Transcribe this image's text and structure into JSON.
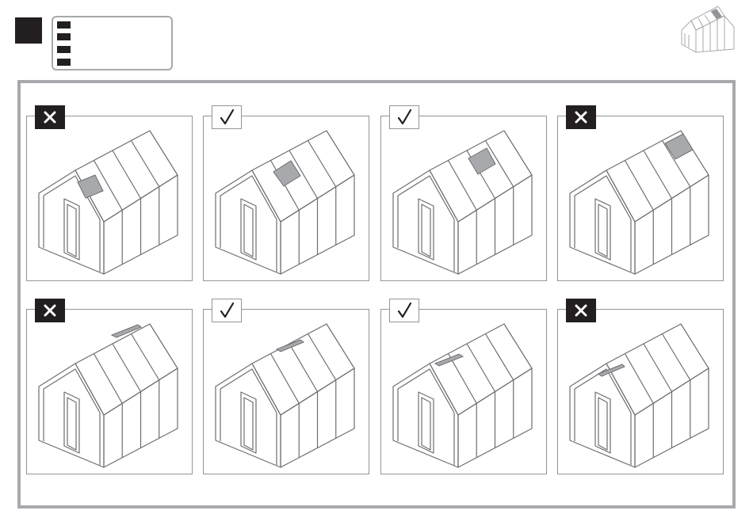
{
  "colors": {
    "ink": "#231f20",
    "frame_gray": "#a7a9ac",
    "panel_border": "#939598",
    "window_fill": "#a7a9ac",
    "line": "#6d6e71"
  },
  "icons": {
    "step_marker": "filled-square",
    "legend": "four-bar-legend",
    "thumbnail": "greenhouse-thumbnail",
    "correct": "checkmark-icon",
    "incorrect": "cross-icon"
  },
  "panels": [
    {
      "verdict": "incorrect",
      "window": "open-side-left"
    },
    {
      "verdict": "correct",
      "window": "open-side-mid"
    },
    {
      "verdict": "correct",
      "window": "open-side-right"
    },
    {
      "verdict": "incorrect",
      "window": "open-side-far"
    },
    {
      "verdict": "incorrect",
      "window": "closed-left"
    },
    {
      "verdict": "correct",
      "window": "closed-mid"
    },
    {
      "verdict": "correct",
      "window": "closed-right"
    },
    {
      "verdict": "incorrect",
      "window": "closed-far"
    }
  ]
}
